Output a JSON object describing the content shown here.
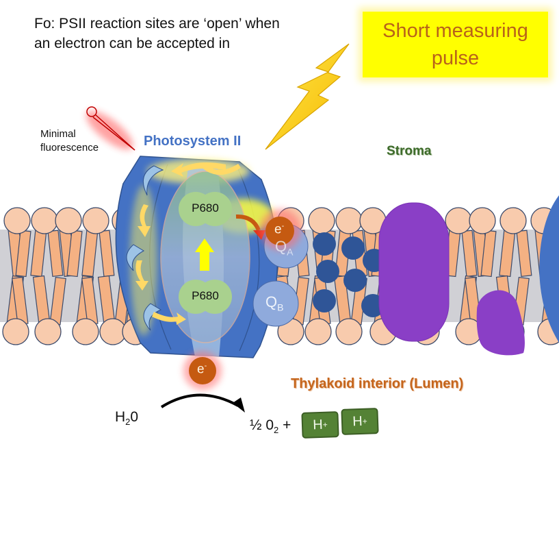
{
  "caption": {
    "line1": "Fo: PSII reaction sites are ‘open’ when",
    "line2": "an electron can be accepted in"
  },
  "pulse_box": {
    "line1": "Short measuring",
    "line2": "pulse",
    "fill": "#ffff00",
    "text_color": "#b8621a"
  },
  "labels": {
    "minimal_fluorescence_1": "Minimal",
    "minimal_fluorescence_2": "fluorescence",
    "photosystem": "Photosystem II",
    "stroma": "Stroma",
    "lumen": "Thylakoid interior (Lumen)"
  },
  "reaction_centers": {
    "top": "P680",
    "bottom": "P680"
  },
  "quinones": {
    "qa_main": "Q",
    "qa_sub": "A",
    "qb_main": "Q",
    "qb_sub": "B"
  },
  "electrons": {
    "symbol": "e",
    "charge": "-"
  },
  "reaction": {
    "reactant_main": "H",
    "reactant_sub": "2",
    "reactant_tail": "0",
    "product_prefix": "½ 0",
    "product_sub": "2",
    "product_plus": " +",
    "proton_main": "H",
    "proton_charge": "+"
  },
  "colors": {
    "photosystem_blue": "#4472c4",
    "membrane_core": "#d0d0d5",
    "lipid_head": "#f8cbad",
    "lipid_tail": "#f4b183",
    "lipid_outline": "#3b4a6b",
    "plastoquinone": "#2f5597",
    "protein_purple": "#8a3fc6",
    "p680_green": "#a9d18e",
    "electron_orange": "#c55a11",
    "proton_green": "#548235",
    "lightning_yellow": "#ffd028"
  }
}
